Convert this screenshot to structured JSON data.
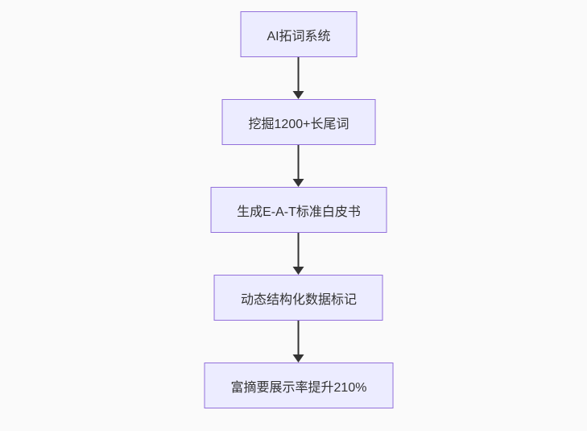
{
  "flowchart": {
    "direction": "top-down",
    "nodes": [
      {
        "label": "AI拓词系统"
      },
      {
        "label": "挖掘1200+长尾词"
      },
      {
        "label": "生成E-A-T标准白皮书"
      },
      {
        "label": "动态结构化数据标记"
      },
      {
        "label": "富摘要展示率提升210%"
      }
    ],
    "edges": [
      {
        "from": 0,
        "to": 1
      },
      {
        "from": 1,
        "to": 2
      },
      {
        "from": 2,
        "to": 3
      },
      {
        "from": 3,
        "to": 4
      }
    ]
  },
  "colors": {
    "background": "#fafafa",
    "node_fill": "#ECECFF",
    "node_border": "#9370DB",
    "node_text": "#333333",
    "arrow_line": "#333333"
  }
}
